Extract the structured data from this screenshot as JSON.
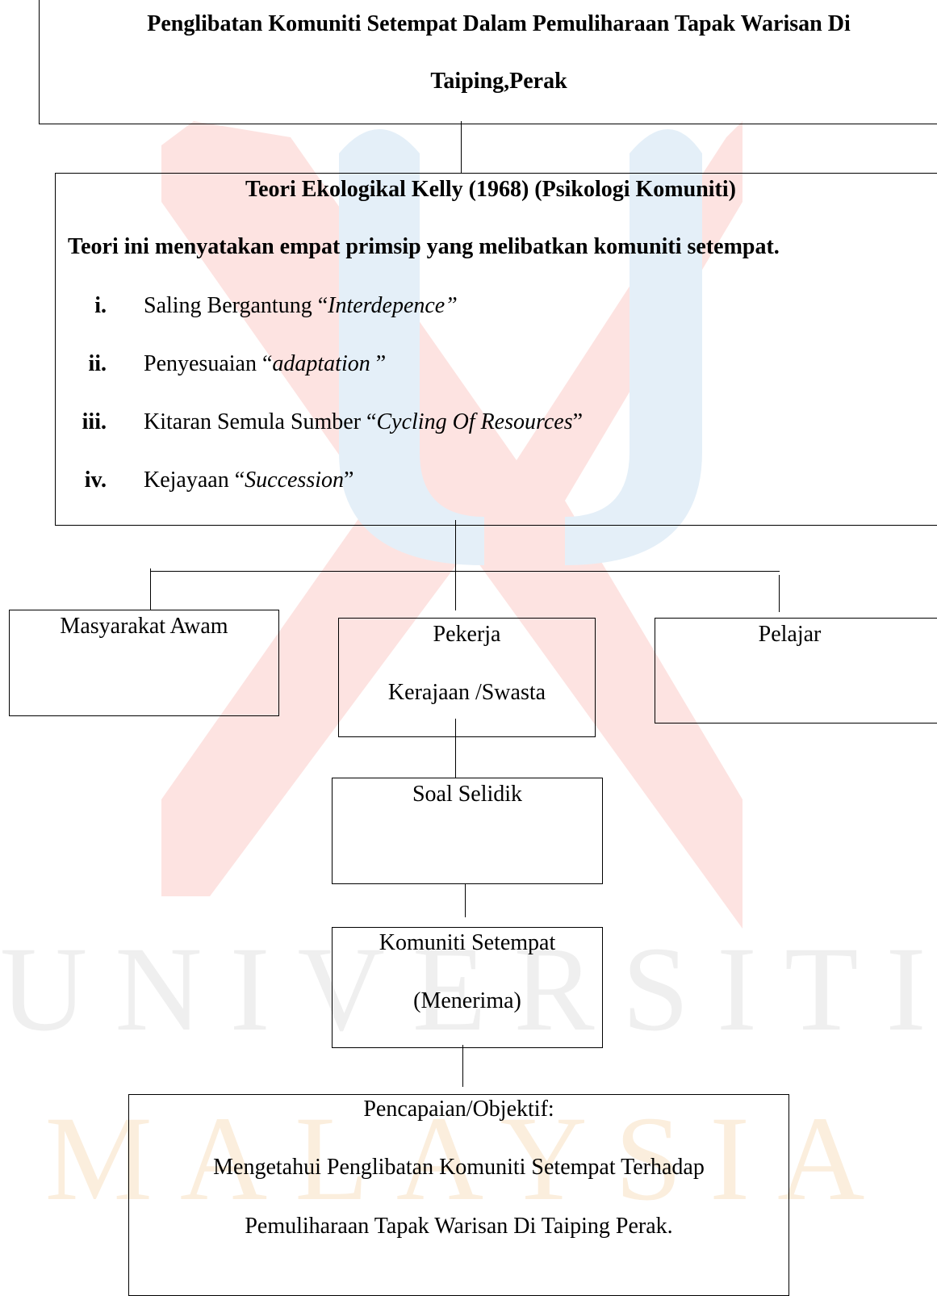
{
  "watermark": {
    "word1": "UNIVERSITI",
    "word2": "MALAYSIA",
    "colors": {
      "red": "#fde3e1",
      "blue": "#e4eff8",
      "orange": "#fbeedd",
      "gray": "#efefef"
    }
  },
  "title_box": {
    "line1": "Penglibatan Komuniti Setempat Dalam Pemuliharaan Tapak Warisan Di",
    "line2": "Taiping,Perak"
  },
  "theory_box": {
    "title": "Teori Ekologikal Kelly (1968) (Psikologi Komuniti)",
    "subtitle": "Teori ini menyatakan empat primsip yang melibatkan komuniti setempat.",
    "items": [
      {
        "num": "i.",
        "text": "Saling Bergantung “",
        "italic": "Interdepence”",
        "tail": ""
      },
      {
        "num": "ii.",
        "text": "Penyesuaian “",
        "italic": "adaptation ",
        "tail": "”"
      },
      {
        "num": "iii.",
        "text": " Kitaran Semula Sumber “",
        "italic": "Cycling Of Resources",
        "tail": "”"
      },
      {
        "num": "iv.",
        "text": "Kejayaan “",
        "italic": "Succession",
        "tail": "”"
      }
    ]
  },
  "groups": {
    "left": "Masyarakat Awam",
    "middle_line1": "Pekerja",
    "middle_line2": "Kerajaan /Swasta",
    "right": "Pelajar"
  },
  "survey_box": {
    "label": "Soal Selidik"
  },
  "community_box": {
    "line1": "Komuniti Setempat",
    "line2": "(Menerima)"
  },
  "objective_box": {
    "line1": "Pencapaian/Objektif:",
    "line2": "Mengetahui Penglibatan Komuniti Setempat Terhadap",
    "line3": "Pemuliharaan Tapak Warisan Di Taiping Perak."
  }
}
